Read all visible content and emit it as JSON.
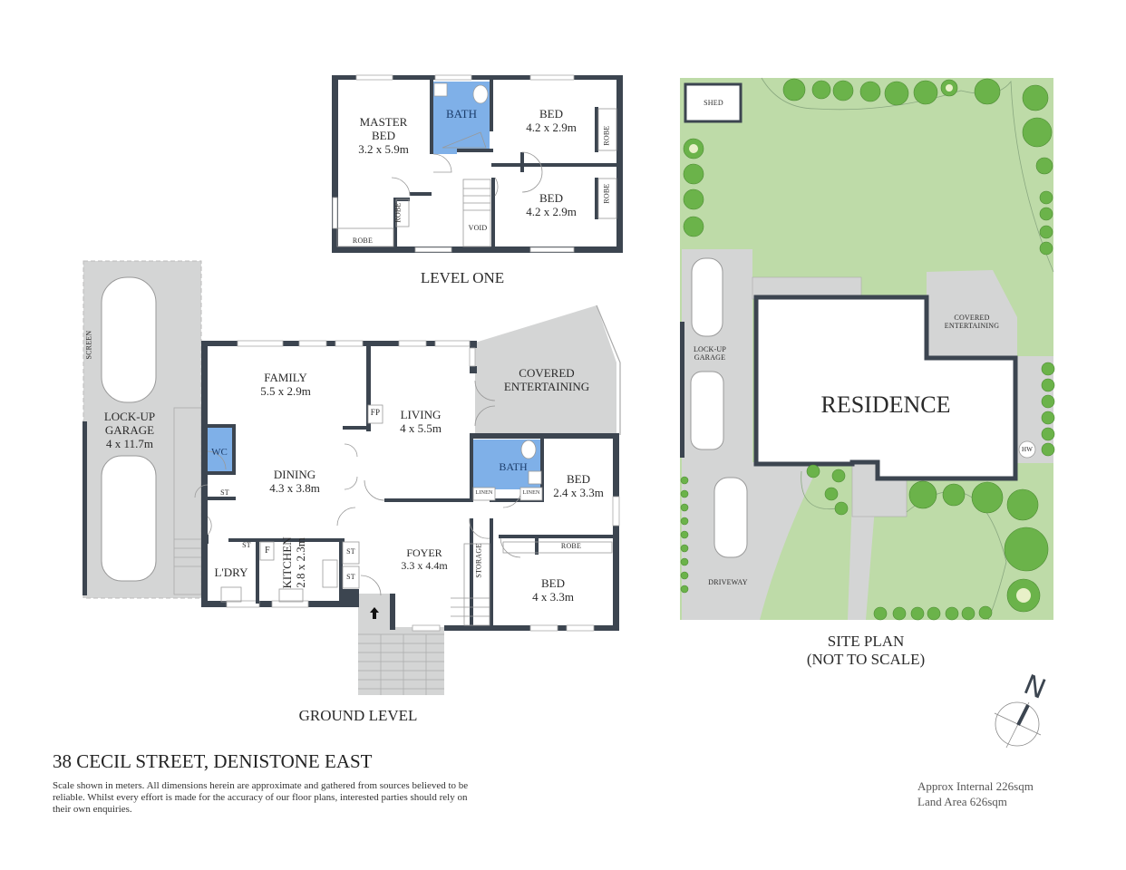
{
  "property": {
    "address": "38 CECIL STREET, DENISTONE EAST",
    "disclaimer": "Scale shown in meters. All dimensions herein are approximate and gathered from sources believed to be  reliable. Whilst every effort is made for the accuracy of our floor plans, interested parties should rely on their own enquiries.",
    "internal_area": "Approx Internal 226sqm",
    "land_area": "Land Area 626sqm"
  },
  "colors": {
    "wall": "#3c4550",
    "wet_area": "#7fb0e8",
    "outdoor_grey": "#d4d5d5",
    "lawn": "#bedba8",
    "plant": "#6bb34a"
  },
  "level_one": {
    "title": "LEVEL ONE",
    "rooms": {
      "master_bed": {
        "name": "MASTER",
        "name2": "BED",
        "dims": "3.2 x 5.9m"
      },
      "bath": {
        "name": "BATH"
      },
      "bed1": {
        "name": "BED",
        "dims": "4.2 x 2.9m"
      },
      "bed2": {
        "name": "BED",
        "dims": "4.2 x 2.9m"
      },
      "robe1": "ROBE",
      "robe2": "ROBE",
      "robe3": "ROBE",
      "robe4": "ROBE",
      "void": "VOID"
    }
  },
  "ground_level": {
    "title": "GROUND LEVEL",
    "rooms": {
      "garage": {
        "name": "LOCK-UP",
        "name2": "GARAGE",
        "dims": "4 x 11.7m"
      },
      "screen": "SCREEN",
      "family": {
        "name": "FAMILY",
        "dims": "5.5 x 2.9m"
      },
      "living": {
        "name": "LIVING",
        "dims": "4 x 5.5m"
      },
      "fp": "FP",
      "covered": {
        "name": "COVERED",
        "name2": "ENTERTAINING"
      },
      "wc": "WC",
      "dining": {
        "name": "DINING",
        "dims": "4.3 x 3.8m"
      },
      "kitchen": {
        "name": "KITCHEN",
        "dims": "2.8 x 2.3m"
      },
      "laundry": "L'DRY",
      "fridge": "F",
      "st": "ST",
      "bath": "BATH",
      "linen": "LINEN",
      "bed_small": {
        "name": "BED",
        "dims": "2.4 x 3.3m"
      },
      "foyer": {
        "name": "FOYER",
        "dims": "3.3 x 4.4m"
      },
      "storage": "STORAGE",
      "robe": "ROBE",
      "bed_large": {
        "name": "BED",
        "dims": "4 x 3.3m"
      }
    }
  },
  "site_plan": {
    "title": "SITE PLAN",
    "subtitle": "(NOT TO SCALE)",
    "labels": {
      "shed": "SHED",
      "garage": "LOCK-UP",
      "garage2": "GARAGE",
      "residence": "RESIDENCE",
      "covered": "COVERED",
      "covered2": "ENTERTAINING",
      "hw": "HW",
      "driveway": "DRIVEWAY"
    },
    "north_label": "N"
  }
}
